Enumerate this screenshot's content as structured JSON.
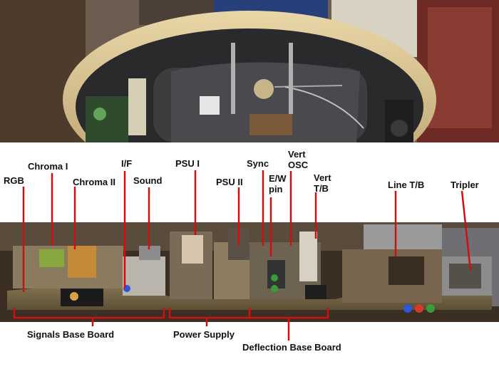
{
  "labels": {
    "rgb": "RGB",
    "chroma1": "Chroma I",
    "chroma2": "Chroma II",
    "if": "I/F",
    "sound": "Sound",
    "psu1": "PSU I",
    "psu2": "PSU II",
    "sync": "Sync",
    "ew_pin": "E/W pin",
    "vert_osc": "Vert OSC",
    "vert_tb": "Vert T/B",
    "line_tb": "Line T/B",
    "tripler": "Tripler"
  },
  "bottom_labels": {
    "signals_base": "Signals Base Board",
    "power_supply": "Power Supply",
    "deflection_base": "Deflection Base Board"
  },
  "colors": {
    "callout_line": "#cc1111",
    "label_text": "#111111",
    "label_band": "#ffffff"
  }
}
